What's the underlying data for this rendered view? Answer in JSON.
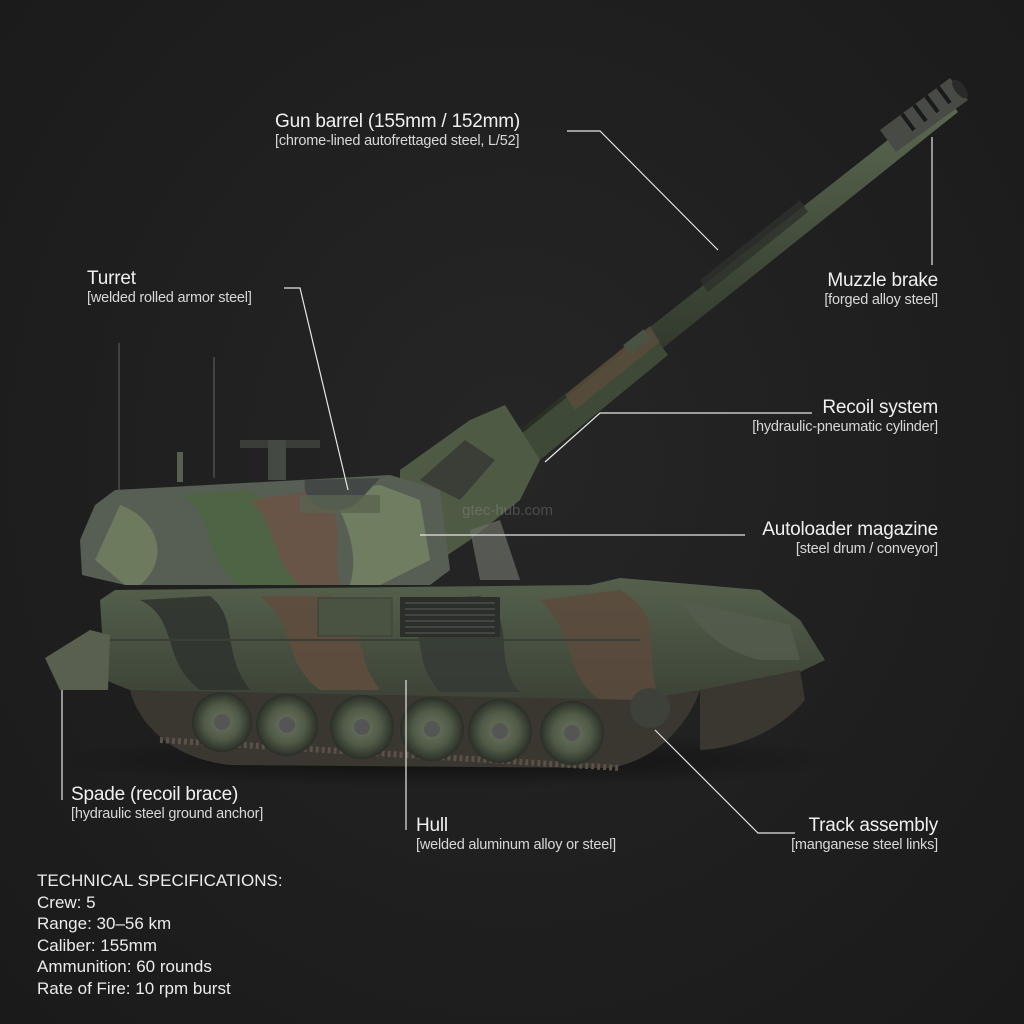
{
  "diagram": {
    "subject": "Self-propelled howitzer (tracked)",
    "colors": {
      "background": "#1f1f1f",
      "label_text": "#f0f0f0",
      "leader_line": "#e6e6e6",
      "camo_green": "#4f5e43",
      "camo_brown": "#5e4a3c",
      "camo_black": "#2f3230",
      "camo_gray": "#5b5f5d"
    },
    "callouts": [
      {
        "id": "gun-barrel",
        "title": "Gun barrel (155mm / 152mm)",
        "sub": "[chrome-lined autofrettaged steel, L/52]"
      },
      {
        "id": "turret",
        "title": "Turret",
        "sub": "[welded rolled armor steel]"
      },
      {
        "id": "muzzle-brake",
        "title": "Muzzle brake",
        "sub": "[forged alloy steel]"
      },
      {
        "id": "recoil-system",
        "title": "Recoil system",
        "sub": "[hydraulic-pneumatic cylinder]"
      },
      {
        "id": "autoloader",
        "title": "Autoloader magazine",
        "sub": "[steel drum / conveyor]"
      },
      {
        "id": "spade",
        "title": "Spade (recoil brace)",
        "sub": "[hydraulic steel ground anchor]"
      },
      {
        "id": "hull",
        "title": "Hull",
        "sub": "[welded aluminum alloy or steel]"
      },
      {
        "id": "track",
        "title": "Track assembly",
        "sub": "[manganese steel links]"
      }
    ],
    "specs": {
      "heading": "TECHNICAL SPECIFICATIONS:",
      "lines": [
        "Crew: 5",
        "Range: 30–56 km",
        "Caliber: 155mm",
        "Ammunition: 60 rounds",
        "Rate of Fire: 10 rpm burst"
      ]
    },
    "watermark": "gtec-hub.com"
  }
}
